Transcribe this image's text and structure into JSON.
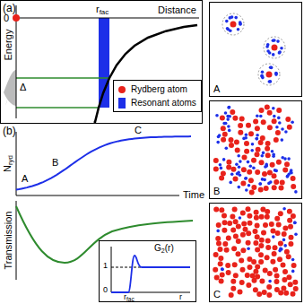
{
  "diagram": {
    "nodes": [
      {
        "text": [
          "A"
        ]
      },
      {
        "text": [
          "B"
        ]
      },
      {
        "text": [
          "C"
        ]
      }
    ],
    "labels": [
      "(a)",
      "Energy",
      "Distance",
      "0",
      "r",
      "fac",
      "Δ",
      "(b)",
      "N",
      "ryd",
      "Time",
      "A",
      "B",
      "C",
      "Transmission",
      "G",
      "2",
      "(r)",
      "1",
      "0",
      "r",
      "fac",
      "r"
    ],
    "legend": [
      {
        "text": "Rydberg atom",
        "color": "#e8221b"
      },
      {
        "text": "Resonant atoms",
        "color": "#1d2fe8"
      }
    ]
  }
}
